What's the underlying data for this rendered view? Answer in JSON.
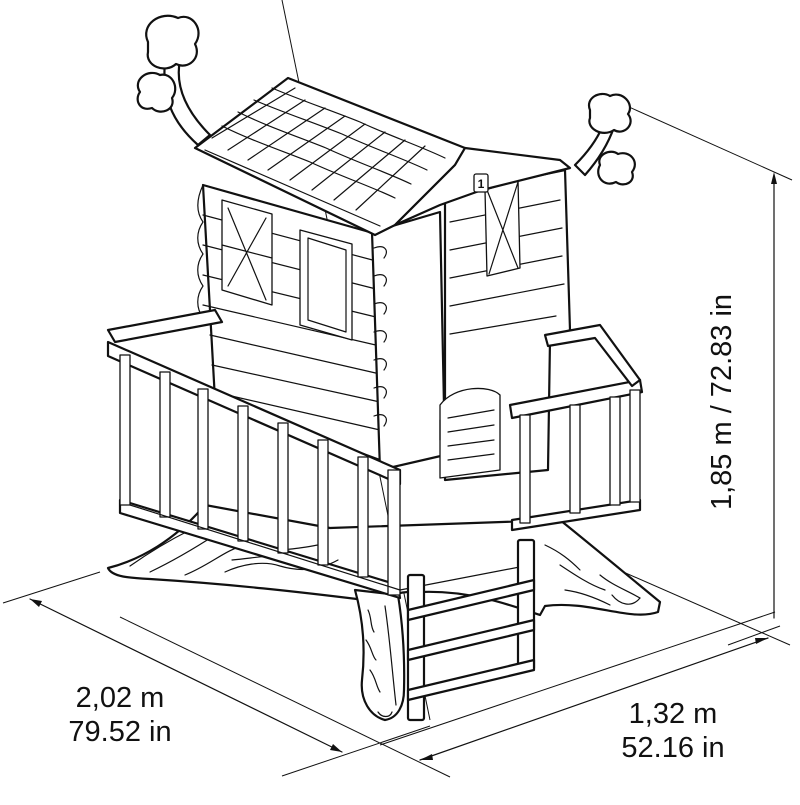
{
  "figure": {
    "subject": "treehouse-playhouse",
    "sign_number": "1",
    "line_color": "#111111",
    "background_color": "#ffffff"
  },
  "dimensions": {
    "width": {
      "metric": "2,02 m",
      "imperial": "79.52 in"
    },
    "depth": {
      "metric": "1,32 m",
      "imperial": "52.16 in"
    },
    "height": {
      "label": "1,85 m / 72.83 in"
    }
  }
}
